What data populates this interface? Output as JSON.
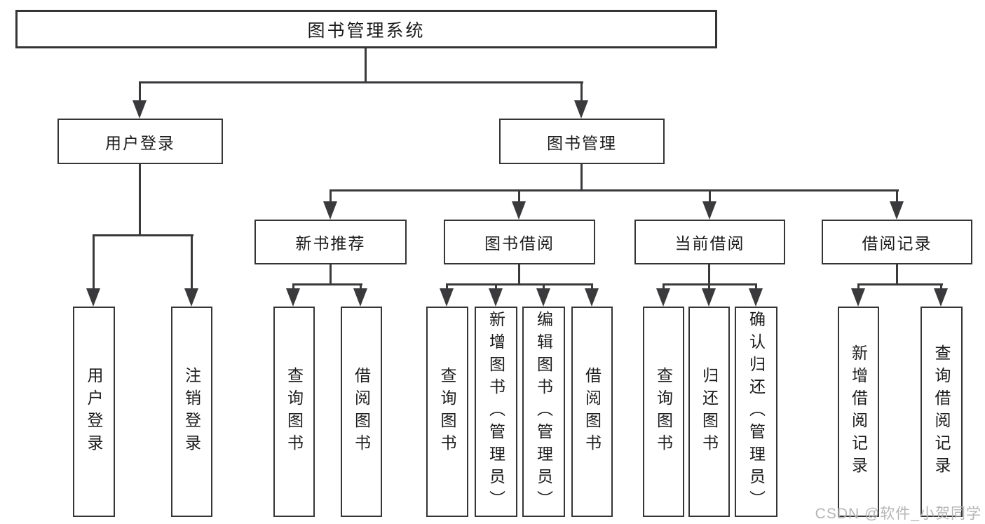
{
  "diagram_title": "图书管理系统",
  "tree": {
    "root": "图书管理系统",
    "level2": {
      "user_login": "用户登录",
      "book_mgmt": "图书管理"
    },
    "level3": {
      "new_book_rec": "新书推荐",
      "book_borrow": "图书借阅",
      "current_borrow": "当前借阅",
      "borrow_record": "借阅记录"
    },
    "leaves": {
      "user_login": [
        "用户登录",
        "注销登录"
      ],
      "new_book_rec": [
        "查询图书",
        "借阅图书"
      ],
      "book_borrow": [
        "查询图书",
        "新增图书（管理员）",
        "编辑图书（管理员）",
        "借阅图书"
      ],
      "current_borrow": [
        "查询图书",
        "归还图书",
        "确认归还（管理员）"
      ],
      "borrow_record": [
        "新增借阅记录",
        "查询借阅记录"
      ]
    }
  },
  "watermark": "CSDN @软件_小贺同学",
  "colors": {
    "line": "#3a3a3d",
    "box_border": "#353538",
    "text": "#1c1c1e",
    "background": "#ffffff",
    "watermark": "#b5b5b5"
  }
}
